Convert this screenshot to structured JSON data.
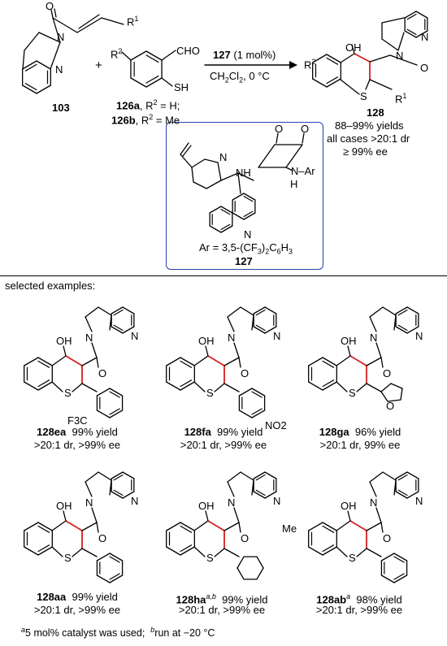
{
  "reaction": {
    "reagent_103_label": "103",
    "reagent_103_R1": "R1",
    "plus": "+",
    "reagent_126_R2": "R2",
    "reagent_126_cho": "CHO",
    "reagent_126_sh": "SH",
    "reagent_126a_label": "126a",
    "reagent_126a_desc": ", R2 = H;",
    "reagent_126b_label": "126b",
    "reagent_126b_desc": ", R2 = Me",
    "catalyst_label": "127",
    "catalyst_loading": " (1 mol%)",
    "conditions": "CH2Cl2, 0 °C",
    "product_label": "128",
    "product_yields": "88–99% yields",
    "product_dr": "all cases >20:1 dr",
    "product_ee": "≥ 99%  ee",
    "product_OH": "OH",
    "product_S": "S",
    "product_R1": "R1",
    "product_R2": "R2"
  },
  "catalyst": {
    "N_quinuclidine": "N",
    "NH": "NH",
    "N_H": "N",
    "H": "H",
    "Ar": "Ar",
    "N_quinoline": "N",
    "O1": "O",
    "O2": "O",
    "ar_definition": "Ar = 3,5-(CF3)2C6H3",
    "label": "127"
  },
  "section_heading": "selected examples:",
  "examples": [
    {
      "id": "128ea",
      "sup": "",
      "yield": "99% yield",
      "selectivity": ">20:1 dr,  >99% ee",
      "substituent": "F3C"
    },
    {
      "id": "128fa",
      "sup": "",
      "yield": "99% yield",
      "selectivity": ">20:1 dr,  >99% ee",
      "substituent": "NO2"
    },
    {
      "id": "128ga",
      "sup": "",
      "yield": "96% yield",
      "selectivity": ">20:1 dr,   99% ee",
      "substituent": "O"
    },
    {
      "id": "128aa",
      "sup": "",
      "yield": "99% yield",
      "selectivity": ">20:1 dr,  >99% ee",
      "substituent": ""
    },
    {
      "id": "128ha",
      "sup": "a,b",
      "yield": "99% yield",
      "selectivity": ">20:1 dr,  >99% ee",
      "substituent": ""
    },
    {
      "id": "128ab",
      "sup": "a",
      "yield": "98% yield",
      "selectivity": ">20:1 dr,  >99% ee",
      "substituent": "Me"
    }
  ],
  "atom_labels": {
    "OH": "OH",
    "N": "N",
    "S": "S",
    "O": "O"
  },
  "footnote": {
    "a_mark": "a",
    "a_text": "5 mol% catalyst was used;",
    "b_mark": "b",
    "b_text": "run at −20 °C"
  },
  "colors": {
    "box_border": "#2a3fa8",
    "new_bond": "#d42020",
    "ink": "#000000"
  }
}
